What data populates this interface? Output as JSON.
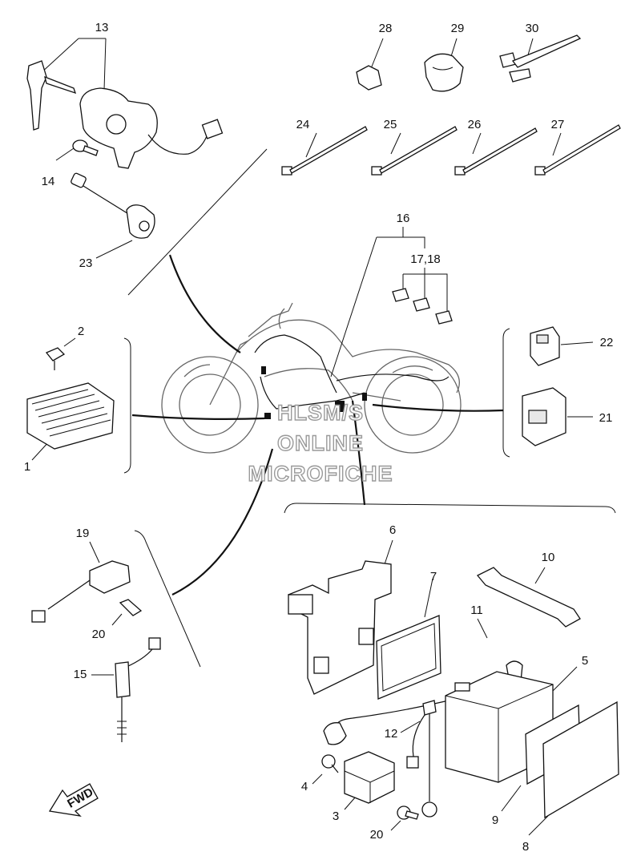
{
  "watermark": {
    "line1": "HLSM/S",
    "line2": "ONLINE",
    "line3": "MICROFICHE"
  },
  "direction_label": "FWD",
  "callouts": [
    {
      "id": "c1",
      "text": "1"
    },
    {
      "id": "c2",
      "text": "2"
    },
    {
      "id": "c3",
      "text": "3"
    },
    {
      "id": "c4",
      "text": "4"
    },
    {
      "id": "c5",
      "text": "5"
    },
    {
      "id": "c6",
      "text": "6"
    },
    {
      "id": "c7",
      "text": "7"
    },
    {
      "id": "c8",
      "text": "8"
    },
    {
      "id": "c9",
      "text": "9"
    },
    {
      "id": "c10",
      "text": "10"
    },
    {
      "id": "c11",
      "text": "11"
    },
    {
      "id": "c12",
      "text": "12"
    },
    {
      "id": "c13",
      "text": "13"
    },
    {
      "id": "c14",
      "text": "14"
    },
    {
      "id": "c15",
      "text": "15"
    },
    {
      "id": "c16",
      "text": "16"
    },
    {
      "id": "c17_18",
      "text": "17,18"
    },
    {
      "id": "c19",
      "text": "19"
    },
    {
      "id": "c20a",
      "text": "20"
    },
    {
      "id": "c20b",
      "text": "20"
    },
    {
      "id": "c21",
      "text": "21"
    },
    {
      "id": "c22",
      "text": "22"
    },
    {
      "id": "c23",
      "text": "23"
    },
    {
      "id": "c24",
      "text": "24"
    },
    {
      "id": "c25",
      "text": "25"
    },
    {
      "id": "c26",
      "text": "26"
    },
    {
      "id": "c27",
      "text": "27"
    },
    {
      "id": "c28",
      "text": "28"
    },
    {
      "id": "c29",
      "text": "29"
    },
    {
      "id": "c30",
      "text": "30"
    }
  ]
}
